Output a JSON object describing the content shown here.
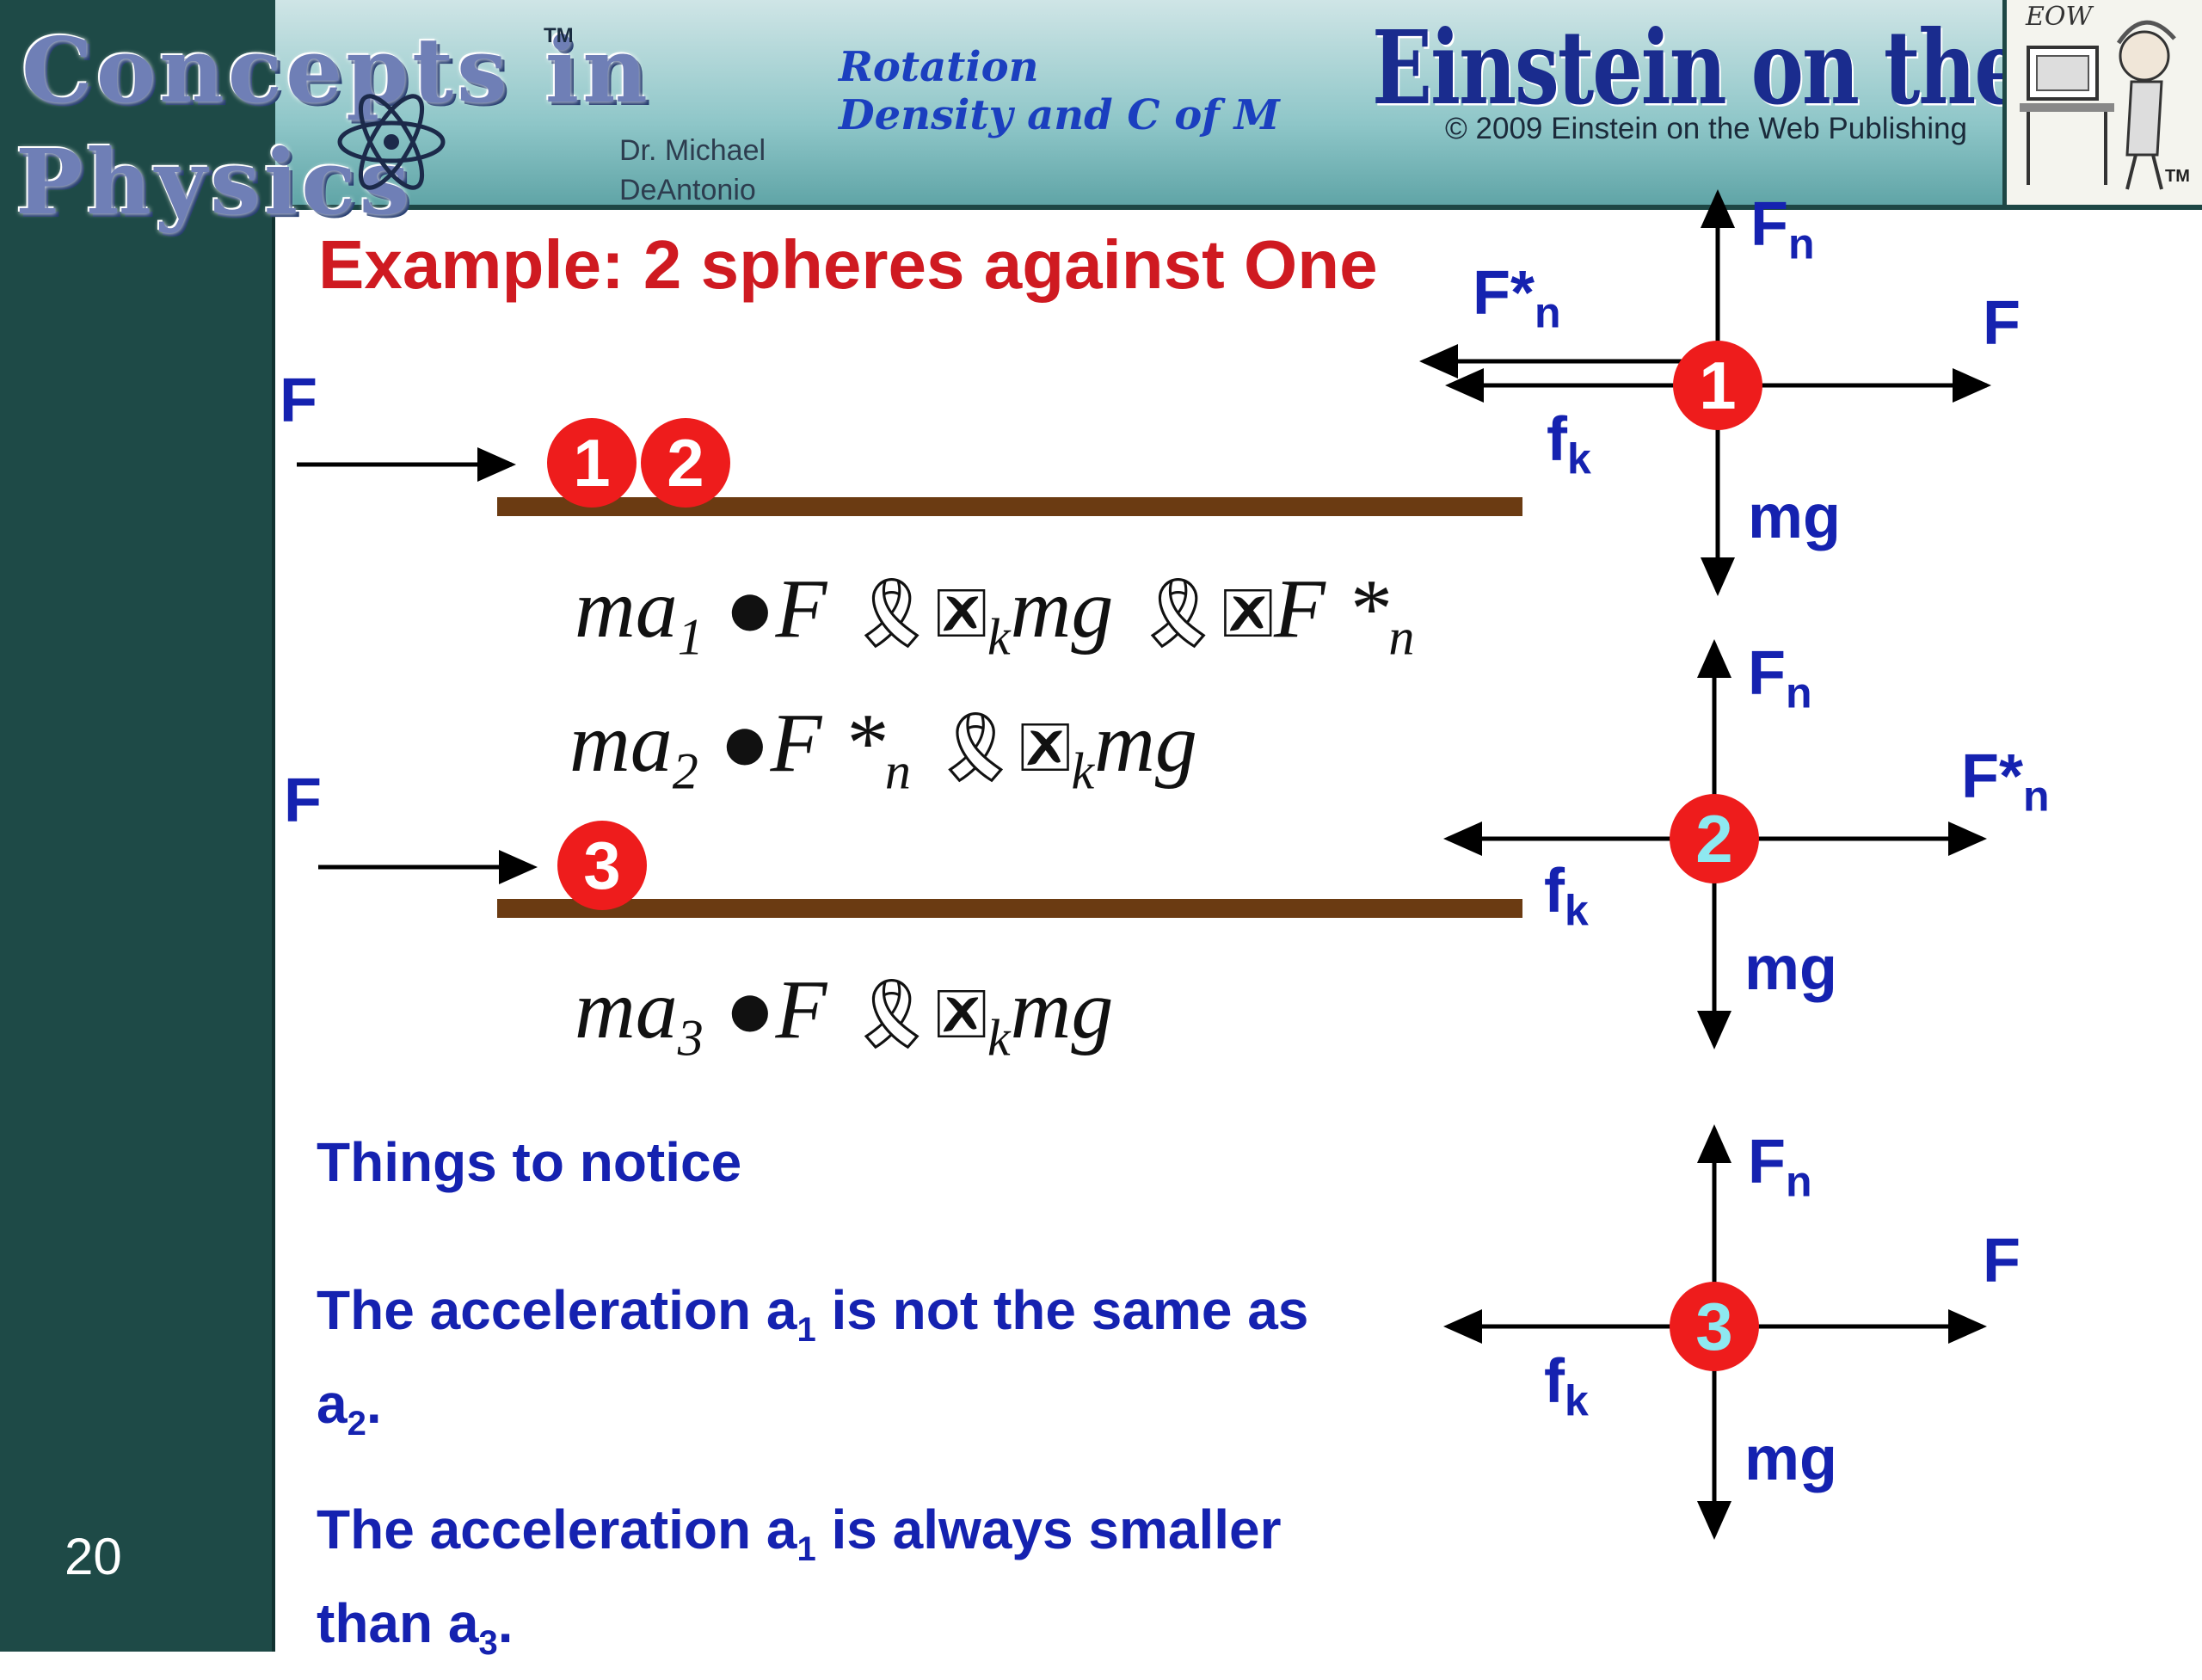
{
  "header": {
    "logo_line1": "Concepts in",
    "logo_line2": "Physics",
    "logo_tm": "TM",
    "author_line1": "Dr. Michael",
    "author_line2": "DeAntonio",
    "topic_line1": "Rotation",
    "topic_line2": "Density and C of M",
    "brand": "Einstein on the Web",
    "copyright": "© 2009 Einstein on the Web Publishing",
    "portrait_caption": "EOW",
    "portrait_tm": "TM"
  },
  "slide": {
    "title": "Example: 2 spheres against One",
    "page_number": "20"
  },
  "scene_top": {
    "force_label": "F",
    "ball_1": "1",
    "ball_2": "2"
  },
  "scene_bottom": {
    "force_label": "F",
    "ball_3": "3"
  },
  "equations": {
    "eq1": {
      "lhs": "ma",
      "lhs_sub": "1",
      "rhs_a": "F",
      "rhs_b": "mg",
      "rhs_c": "F *",
      "sub_k": "k",
      "sub_n": "n"
    },
    "eq2": {
      "lhs": "ma",
      "lhs_sub": "2",
      "rhs_a": "F *",
      "sub_n": "n",
      "rhs_b": "mg",
      "sub_k": "k"
    },
    "eq3": {
      "lhs": "ma",
      "lhs_sub": "3",
      "rhs_a": "F",
      "rhs_b": "mg",
      "sub_k": "k"
    },
    "equals_glyph": "●",
    "op_glyph": "🎗🗷"
  },
  "fbd_1": {
    "ball": "1",
    "normal": "F",
    "normal_sub": "n",
    "applied": "F",
    "contact": "F*",
    "contact_sub": "n",
    "friction": "f",
    "friction_sub": "k",
    "weight": "mg"
  },
  "fbd_2": {
    "ball": "2",
    "normal": "F",
    "normal_sub": "n",
    "contact": "F*",
    "contact_sub": "n",
    "friction": "f",
    "friction_sub": "k",
    "weight": "mg"
  },
  "fbd_3": {
    "ball": "3",
    "normal": "F",
    "normal_sub": "n",
    "applied": "F",
    "friction": "f",
    "friction_sub": "k",
    "weight": "mg"
  },
  "notes": {
    "heading": "Things to notice",
    "n1_a": "The acceleration a",
    "n1_sub1": "1",
    "n1_b": " is not the same as",
    "n1_c": "a",
    "n1_sub2": "2",
    "n1_d": ".",
    "n2_a": "The acceleration a",
    "n2_sub1": "1",
    "n2_b": " is always smaller",
    "n2_c": "than a",
    "n2_sub2": "3",
    "n2_d": "."
  },
  "colors": {
    "sidebar": "#1e4a47",
    "title_red": "#cf1a21",
    "label_blue": "#1522b0",
    "ball_red": "#ee1c1c",
    "ball_text": "#ffffff",
    "ball_digit_cyan": "#8ee8f0",
    "floor_brown": "#6b3b12"
  }
}
